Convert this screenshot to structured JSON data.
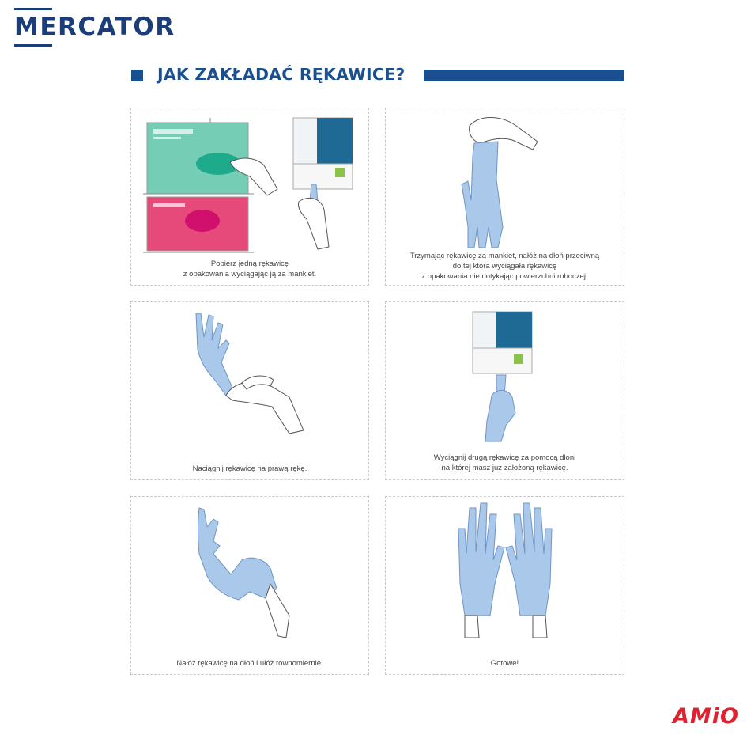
{
  "header": {
    "brand": "MERCATOR",
    "title": "JAK ZAKŁADAĆ RĘKAWICE?"
  },
  "steps": [
    {
      "caption": "Pobierz jedną rękawicę\nz opakowania wyciągając ją za mankiet."
    },
    {
      "caption": "Trzymając rękawicę za mankiet, nałóż na dłoń przeciwną\ndo tej która wyciągała rękawicę\nz opakowania nie dotykając powierzchni roboczej."
    },
    {
      "caption": "Naciągnij rękawicę na prawą rękę."
    },
    {
      "caption": "Wyciągnij drugą rękawicę za pomocą dłoni\nna której masz już założoną rękawicę."
    },
    {
      "caption": "Nałóż rękawicę na dłoń i ułóż równomiernie."
    },
    {
      "caption": "Gotowe!"
    }
  ],
  "footer": {
    "logo": "AMiO"
  },
  "colors": {
    "brand_blue": "#1b3d7a",
    "heading_blue": "#1b4f8f",
    "glove_blue": "#a9c8ea",
    "logo_red": "#e0212e"
  }
}
